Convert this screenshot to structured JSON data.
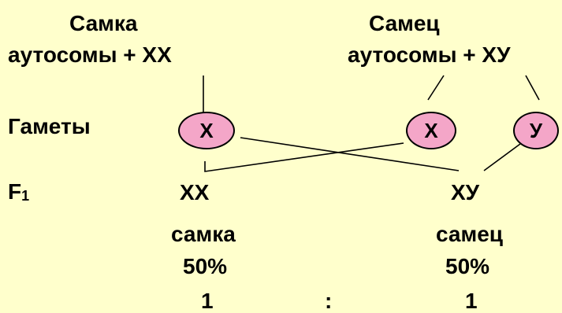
{
  "female": {
    "title": "Самка",
    "genotype": "аутосомы + ХХ"
  },
  "male": {
    "title": "Самец",
    "genotype": "аутосомы + ХУ"
  },
  "gametes_label": "Гаметы",
  "gametes": {
    "female_x": "Х",
    "male_x": "Х",
    "male_y": "У"
  },
  "f1": {
    "label_main": "F",
    "label_sub": "1"
  },
  "offspring": [
    {
      "genotype": "ХХ",
      "sex": "самка",
      "percent": "50%",
      "ratio": "1"
    },
    {
      "genotype": "ХУ",
      "sex": "самец",
      "percent": "50%",
      "ratio": "1"
    }
  ],
  "ratio_separator": ":"
}
